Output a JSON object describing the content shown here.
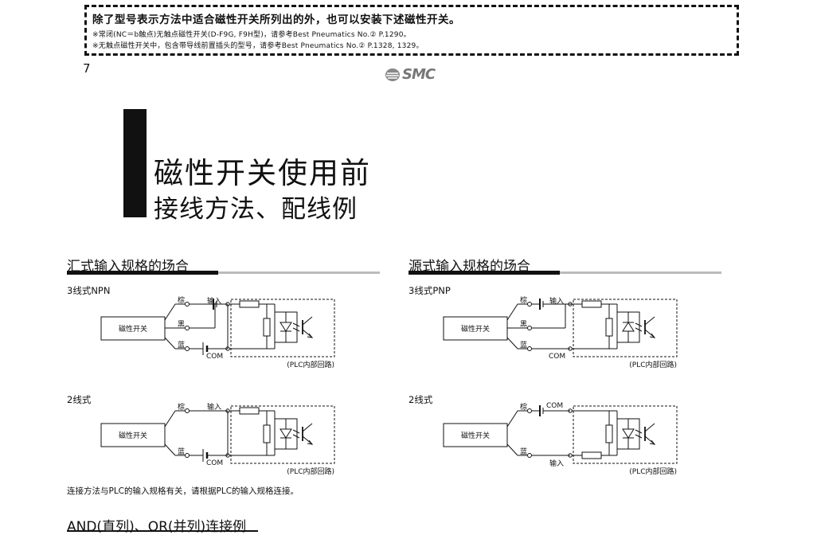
{
  "notice": {
    "title": "除了型号表示方法中适合磁性开关所列出的外，也可以安装下述磁性开关。",
    "line1": "※常闭(NC＝b触点)无触点磁性开关(D-F9G, F9H型)，请参考Best Pneumatics No.② P.1290。",
    "line2": "※无触点磁性开关中，包含带导线前置插头的型号，请参考Best Pneumatics No.② P.1328, 1329。"
  },
  "page_number": "7",
  "logo": "SMC",
  "title": {
    "main": "磁性开关使用前",
    "sub": "接线方法、配线例"
  },
  "sections": {
    "sink": {
      "heading": "汇式输入规格的场合",
      "wire3_label": "3线式NPN",
      "wire2_label": "2线式"
    },
    "source": {
      "heading": "源式输入规格的场合",
      "wire3_label": "3线式PNP",
      "wire2_label": "2线式"
    }
  },
  "diagram_text": {
    "switch": "磁性开关",
    "brown": "棕",
    "black": "黑",
    "blue": "蓝",
    "input": "输入",
    "com": "COM",
    "plc": "(PLC内部回路)"
  },
  "footer_note": "连接方法与PLC的输入规格有关，请根据PLC的输入规格连接。",
  "bottom_heading": "AND(直列)、OR(并列)连接例"
}
